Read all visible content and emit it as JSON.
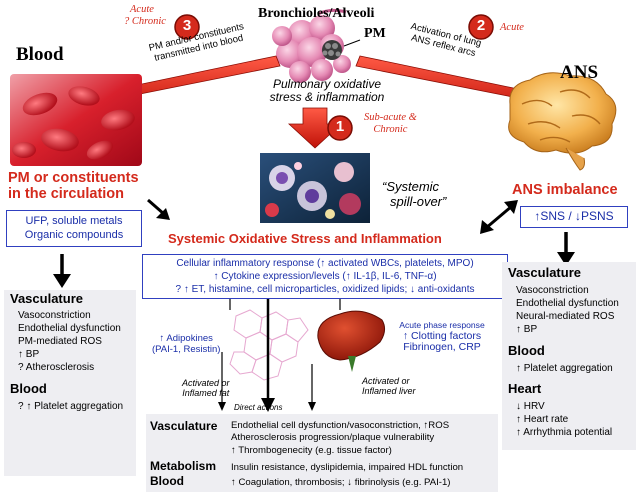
{
  "top": {
    "title": "Bronchioles/Alveoli",
    "pm_label": "PM",
    "stress": [
      "Pulmonary oxidative",
      "stress & inflammation"
    ]
  },
  "pathway3": {
    "number": "3",
    "timing": [
      "Acute",
      "? Chronic"
    ],
    "text": [
      "PM and/or constituents",
      "transmitted into blood"
    ]
  },
  "pathway2": {
    "number": "2",
    "timing": "Acute",
    "text": [
      "Activation of lung",
      "ANS reflex arcs"
    ]
  },
  "pathway1": {
    "number": "1",
    "timing": [
      "Sub-acute &",
      "Chronic"
    ]
  },
  "spillover": [
    "“Systemic",
    "spill-over”"
  ],
  "blood_title": "Blood",
  "ans_title": "ANS",
  "pm_circulation": [
    "PM or constituents",
    "in the circulation"
  ],
  "pm_box": [
    "UFP, soluble metals",
    "Organic compounds"
  ],
  "ans_imbalance": "ANS imbalance",
  "ans_box": "↑SNS / ↓PSNS",
  "systemic_title": "Systemic Oxidative Stress and Inflammation",
  "systemic_box": [
    "Cellular inflammatory response (↑ activated WBCs, platelets, MPO)",
    "↑ Cytokine expression/levels (↑ IL-1β, IL-6, TNF-α)",
    "? ↑ ET, histamine, cell microparticles, oxidized lipids; ↓ anti-oxidants"
  ],
  "left_panel": {
    "vasc_title": "Vasculature",
    "vasc_items": [
      "Vasoconstriction",
      "Endothelial dysfunction",
      "PM-mediated ROS",
      "↑ BP",
      "? Atherosclerosis"
    ],
    "blood_title": "Blood",
    "blood_items": [
      "? ↑ Platelet aggregation"
    ]
  },
  "right_panel": {
    "vasc_title": "Vasculature",
    "vasc_items": [
      "Vasoconstriction",
      "Endothelial dysfunction",
      "Neural-mediated ROS",
      "↑ BP"
    ],
    "blood_title": "Blood",
    "blood_items": [
      "↑ Platelet aggregation"
    ],
    "heart_title": "Heart",
    "heart_items": [
      "↓ HRV",
      "↑ Heart rate",
      "↑ Arrhythmia potential"
    ]
  },
  "fat": {
    "label": [
      "↑ Adipokines",
      "(PAI-1, Resistin)"
    ],
    "caption": [
      "Activated or",
      "Inflamed fat"
    ]
  },
  "liver": {
    "label": [
      "Acute phase response",
      "↑ Clotting factors",
      "Fibrinogen, CRP"
    ],
    "caption": [
      "Activated or",
      "Inflamed liver"
    ]
  },
  "direct_actions": "Direct actions",
  "bottom": {
    "vasc_label": "Vasculature",
    "vasc_lines": [
      "Endothelial cell dysfunction/vasoconstriction, ↑ROS",
      "Atherosclerosis progression/plaque vulnerability",
      "↑ Thrombogenecity (e.g. tissue factor)"
    ],
    "metab_label": "Metabolism",
    "metab_line": "Insulin resistance, dyslipidemia, impaired HDL function",
    "blood_label": "Blood",
    "blood_line": "↑ Coagulation, thrombosis; ↓ fibrinolysis (e.g. PAI-1)"
  },
  "colors": {
    "red": "#d42a1c",
    "blue": "#1a2ea8",
    "panel": "#eeeef2"
  }
}
